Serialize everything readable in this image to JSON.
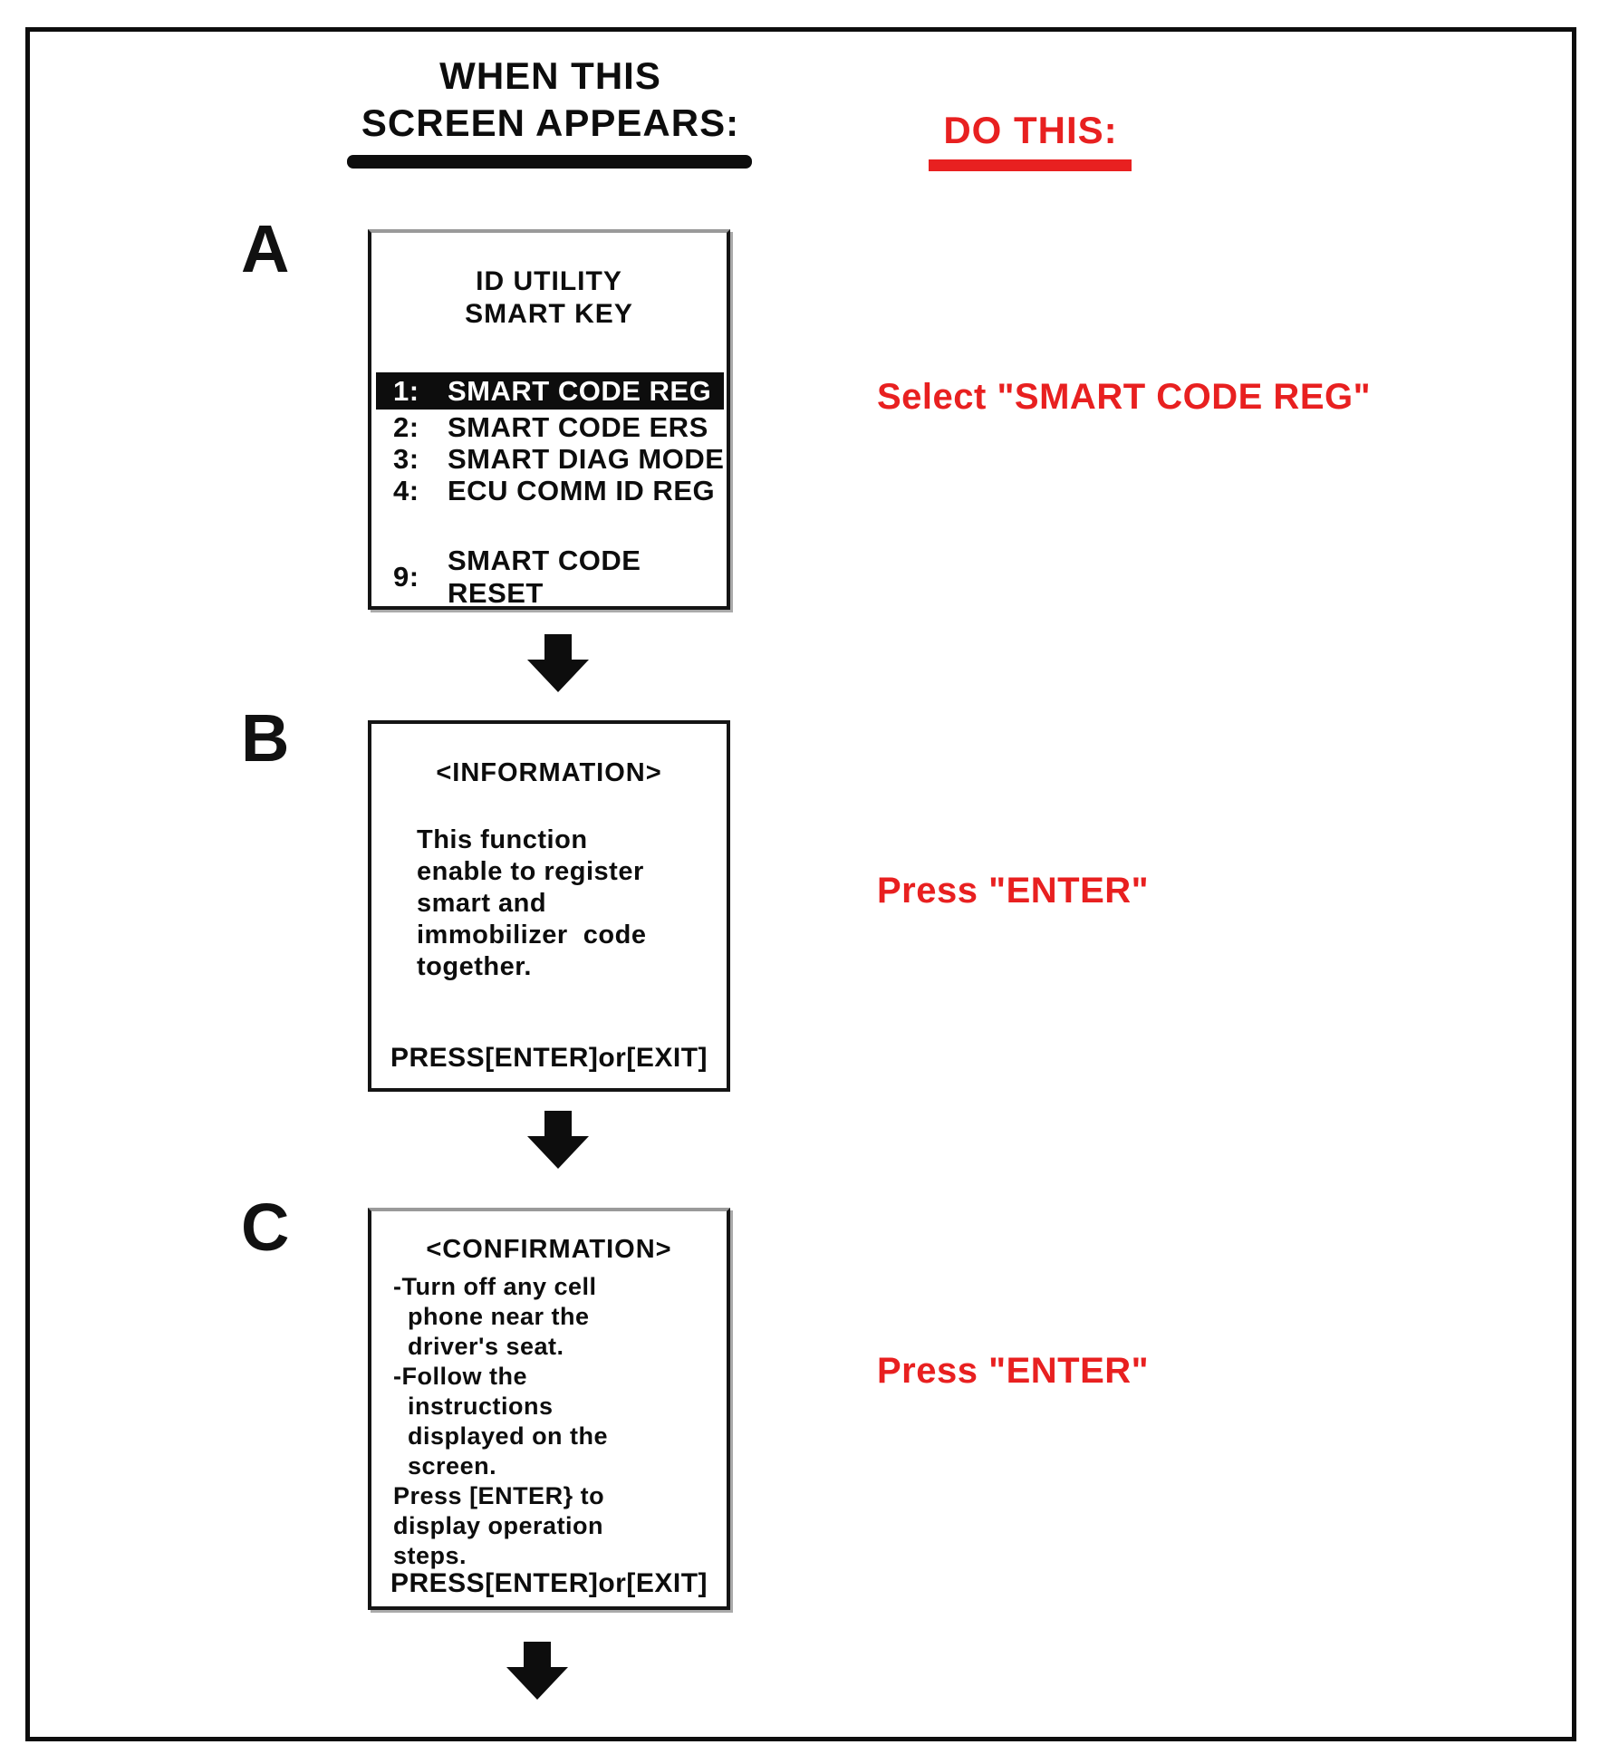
{
  "header": {
    "left_title": "WHEN THIS\nSCREEN APPEARS:",
    "right_title": "DO THIS:"
  },
  "colors": {
    "accent_red": "#e82020",
    "ink_black": "#0d0d0d",
    "highlight_bg": "#0d0d0d",
    "highlight_text": "#ffffff"
  },
  "icons": {
    "flow_arrow": "down-block-arrow"
  },
  "steps": [
    {
      "label": "A",
      "instruction": "Select \"SMART CODE REG\"",
      "screen": {
        "title": "ID UTILITY\nSMART KEY",
        "menu_items": [
          {
            "num": "1:",
            "text": "SMART CODE REG",
            "highlighted": true
          },
          {
            "num": "2:",
            "text": "SMART CODE ERS",
            "highlighted": false
          },
          {
            "num": "3:",
            "text": "SMART DIAG MODE",
            "highlighted": false
          },
          {
            "num": "4:",
            "text": "ECU COMM ID REG",
            "highlighted": false
          },
          {
            "num": "9:",
            "text": "SMART CODE RESET",
            "highlighted": false
          }
        ]
      }
    },
    {
      "label": "B",
      "instruction": "Press \"ENTER\"",
      "screen": {
        "title": "<INFORMATION>",
        "body": "This function\nenable to register\nsmart and\nimmobilizer  code\ntogether.",
        "footer": "PRESS[ENTER]or[EXIT]"
      }
    },
    {
      "label": "C",
      "instruction": "Press \"ENTER\"",
      "screen": {
        "title": "<CONFIRMATION>",
        "body": "-Turn off any cell\n  phone near the\n  driver's seat.\n-Follow the\n  instructions\n  displayed on the\n  screen.\nPress [ENTER} to\ndisplay operation\nsteps.",
        "footer": "PRESS[ENTER]or[EXIT]"
      }
    }
  ]
}
